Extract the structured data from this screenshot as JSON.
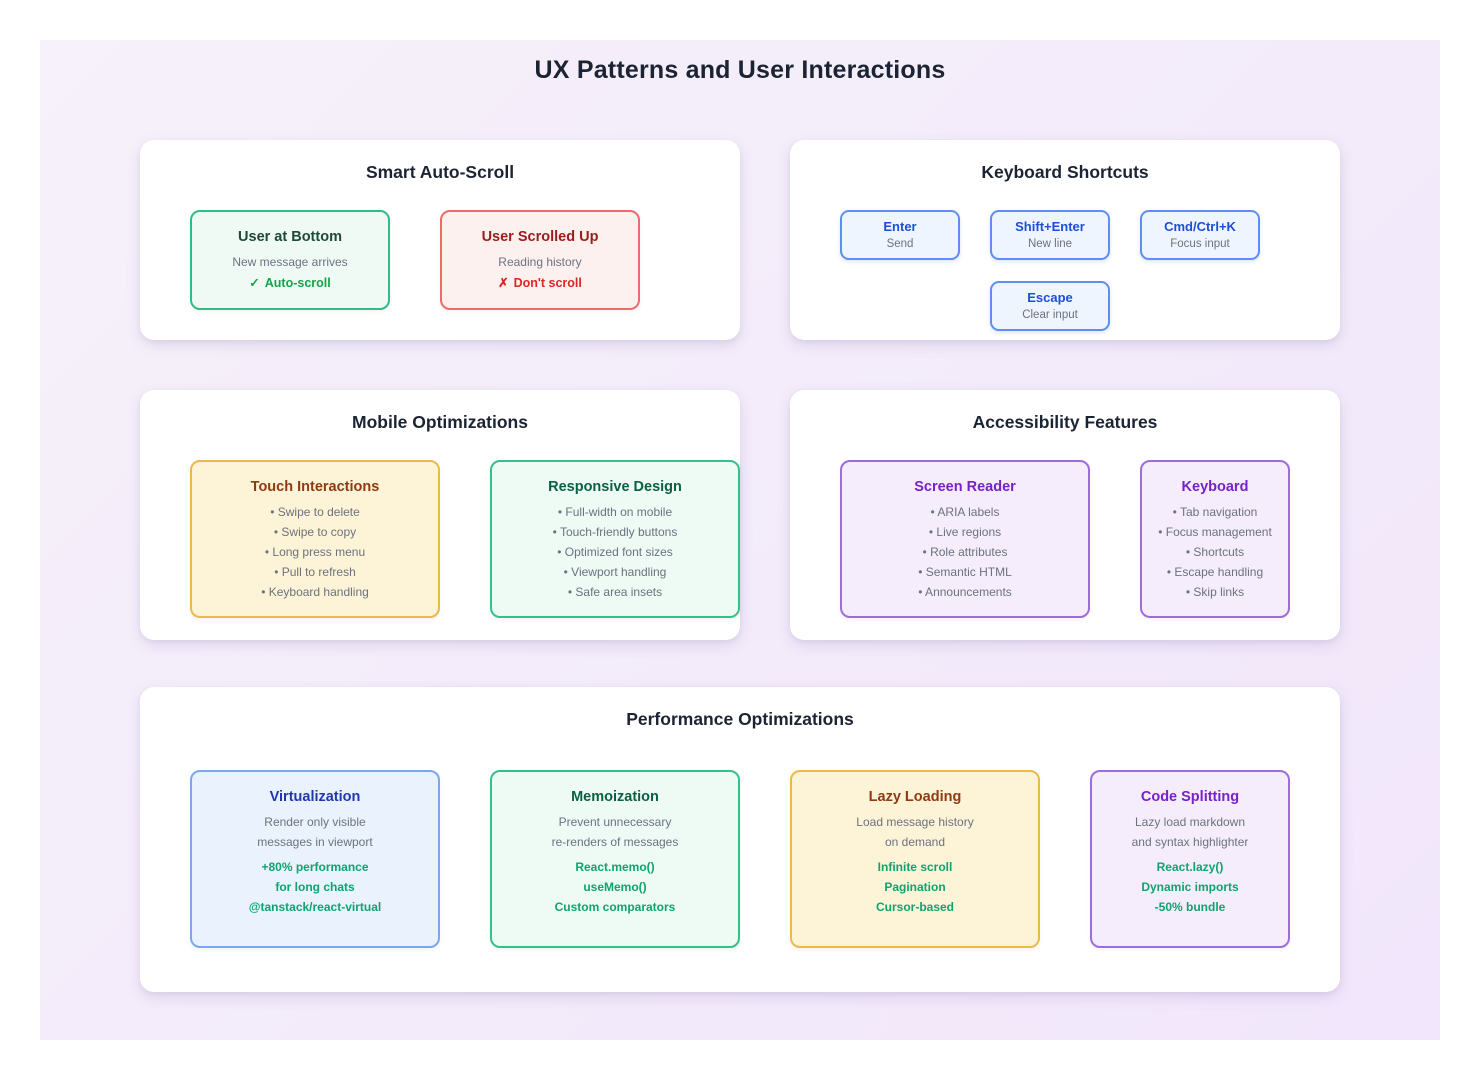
{
  "page": {
    "title": "UX Patterns and User Interactions"
  },
  "colors": {
    "background_gradient_start": "#f6f1fa",
    "background_gradient_end": "#f1e6fb",
    "panel_background": "#ffffff",
    "green_accent": "#16a34a",
    "teal_highlight": "#0fa36f",
    "red_accent": "#dc2626",
    "blue_key_accent": "#1d4ed8",
    "gray_text": "#6b7280"
  },
  "panels": {
    "auto_scroll": {
      "title": "Smart Auto-Scroll",
      "cards": [
        {
          "title": "User at Bottom",
          "desc": "New message arrives",
          "action_icon": "✓",
          "action_label": "Auto-scroll"
        },
        {
          "title": "User Scrolled Up",
          "desc": "Reading history",
          "action_icon": "✗",
          "action_label": "Don't scroll"
        }
      ]
    },
    "keyboard_shortcuts": {
      "title": "Keyboard Shortcuts",
      "keys": [
        {
          "key": "Enter",
          "action": "Send"
        },
        {
          "key": "Shift+Enter",
          "action": "New line"
        },
        {
          "key": "Cmd/Ctrl+K",
          "action": "Focus input"
        },
        {
          "key": "Escape",
          "action": "Clear input"
        }
      ]
    },
    "mobile": {
      "title": "Mobile Optimizations",
      "cards": [
        {
          "title": "Touch Interactions",
          "items": [
            "• Swipe to delete",
            "• Swipe to copy",
            "• Long press menu",
            "• Pull to refresh",
            "• Keyboard handling"
          ]
        },
        {
          "title": "Responsive Design",
          "items": [
            "• Full-width on mobile",
            "• Touch-friendly buttons",
            "• Optimized font sizes",
            "• Viewport handling",
            "• Safe area insets"
          ]
        }
      ]
    },
    "accessibility": {
      "title": "Accessibility Features",
      "cards": [
        {
          "title": "Screen Reader",
          "items": [
            "• ARIA labels",
            "• Live regions",
            "• Role attributes",
            "• Semantic HTML",
            "• Announcements"
          ]
        },
        {
          "title": "Keyboard",
          "items": [
            "• Tab navigation",
            "• Focus management",
            "• Shortcuts",
            "• Escape handling",
            "• Skip links"
          ]
        }
      ]
    },
    "performance": {
      "title": "Performance Optimizations",
      "cards": [
        {
          "title": "Virtualization",
          "desc": [
            "Render only visible",
            "messages in viewport"
          ],
          "highlights": [
            "+80% performance",
            "for long chats",
            "@tanstack/react-virtual"
          ]
        },
        {
          "title": "Memoization",
          "desc": [
            "Prevent unnecessary",
            "re-renders of messages"
          ],
          "highlights": [
            "React.memo()",
            "useMemo()",
            "Custom comparators"
          ]
        },
        {
          "title": "Lazy Loading",
          "desc": [
            "Load message history",
            "on demand"
          ],
          "highlights": [
            "Infinite scroll",
            "Pagination",
            "Cursor-based"
          ]
        },
        {
          "title": "Code Splitting",
          "desc": [
            "Lazy load markdown",
            "and syntax highlighter"
          ],
          "highlights": [
            "React.lazy()",
            "Dynamic imports",
            "-50% bundle"
          ]
        }
      ]
    }
  }
}
